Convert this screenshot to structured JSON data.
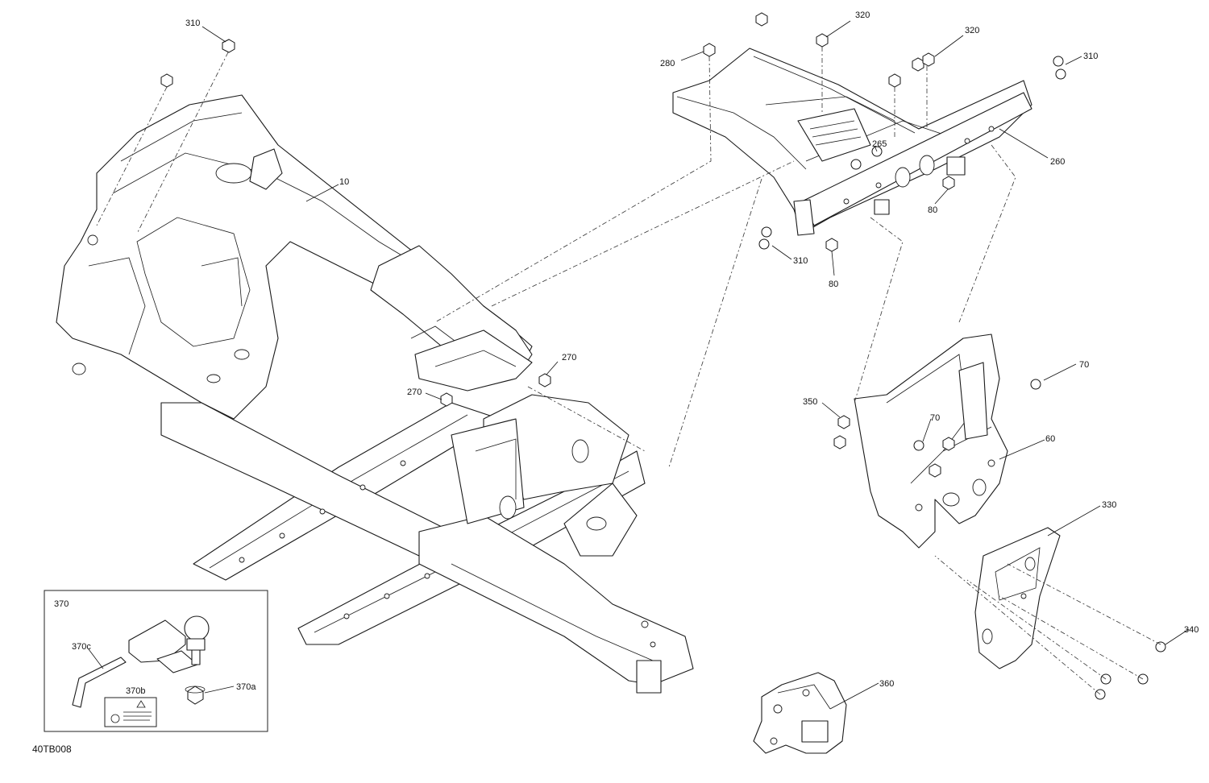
{
  "drawing_code": "40TB008",
  "callouts": [
    {
      "key": "c310a",
      "text": "310"
    },
    {
      "key": "c10",
      "text": "10"
    },
    {
      "key": "c270a",
      "text": "270"
    },
    {
      "key": "c270b",
      "text": "270"
    },
    {
      "key": "c280",
      "text": "280"
    },
    {
      "key": "c320a",
      "text": "320"
    },
    {
      "key": "c320b",
      "text": "320"
    },
    {
      "key": "c310b",
      "text": "310"
    },
    {
      "key": "c265",
      "text": "265"
    },
    {
      "key": "c260",
      "text": "260"
    },
    {
      "key": "c80a",
      "text": "80"
    },
    {
      "key": "c310c",
      "text": "310"
    },
    {
      "key": "c80b",
      "text": "80"
    },
    {
      "key": "c70a",
      "text": "70"
    },
    {
      "key": "c350",
      "text": "350"
    },
    {
      "key": "c70b",
      "text": "70"
    },
    {
      "key": "c60",
      "text": "60"
    },
    {
      "key": "c330",
      "text": "330"
    },
    {
      "key": "c340",
      "text": "340"
    },
    {
      "key": "c360",
      "text": "360"
    }
  ],
  "inset": {
    "label": "370",
    "parts": [
      {
        "key": "c370c",
        "text": "370c"
      },
      {
        "key": "c370b",
        "text": "370b"
      },
      {
        "key": "c370a",
        "text": "370a"
      }
    ]
  }
}
